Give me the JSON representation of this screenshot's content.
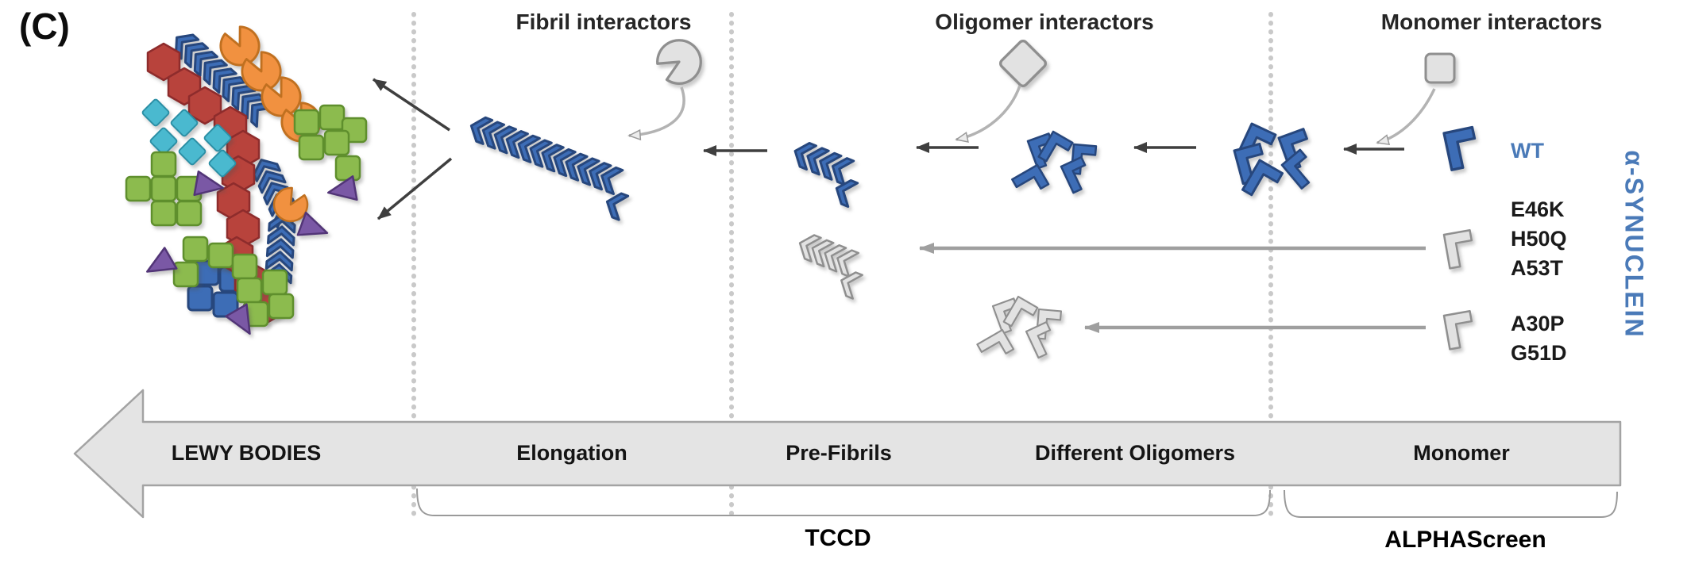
{
  "panel_label": "(C)",
  "palette": {
    "blue": "#3d6db6",
    "red": "#b8433c",
    "orange": "#f19140",
    "green": "#8cbb4e",
    "cyan": "#4ab9cf",
    "purple": "#7a58a5",
    "gray_shape": "#e2e2e2",
    "stage_arrow_fill": "#e4e4e4",
    "label_blue": "#4a7ab8",
    "label_gray": "#8c8c8c",
    "dark_arrow": "#3f3f3f",
    "gray_arrow": "#9f9f9f"
  },
  "interactor_titles": {
    "fibril": "Fibril interactors",
    "oligomer": "Oligomer interactors",
    "monomer": "Monomer interactors"
  },
  "synuclein": {
    "axis_label": "α-SYNUCLEIN",
    "wt": "WT",
    "mutants_group1": [
      "E46K",
      "H50Q",
      "A53T"
    ],
    "mutants_group2": [
      "A30P",
      "G51D"
    ]
  },
  "stages": [
    "LEWY BODIES",
    "Elongation",
    "Pre-Fibrils",
    "Different Oligomers",
    "Monomer"
  ],
  "assays": {
    "tccd": "TCCD",
    "alphascreen": "ALPHAScreen"
  }
}
